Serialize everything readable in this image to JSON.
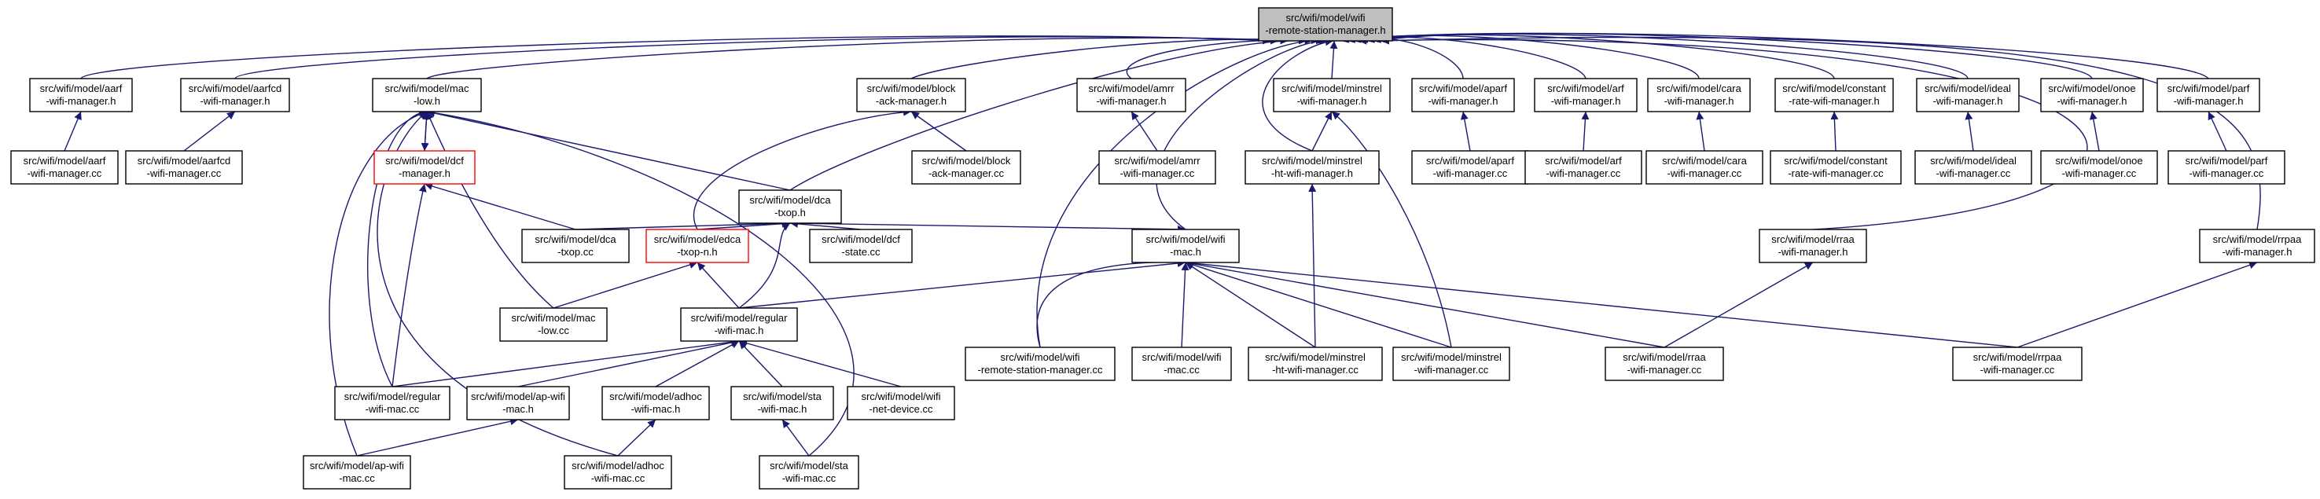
{
  "graph": {
    "edge_color": "#191970",
    "node_border": "#000000",
    "highlight_border": "#ff0000",
    "root_fill": "#bfbfbf",
    "nodes": {
      "root": [
        "src/wifi/model/wifi",
        "-remote-station-manager.h"
      ],
      "aarfh": [
        "src/wifi/model/aarf",
        "-wifi-manager.h"
      ],
      "aarfcdh": [
        "src/wifi/model/aarfcd",
        "-wifi-manager.h"
      ],
      "macloh": [
        "src/wifi/model/mac",
        "-low.h"
      ],
      "blockh": [
        "src/wifi/model/block",
        "-ack-manager.h"
      ],
      "amrrh": [
        "src/wifi/model/amrr",
        "-wifi-manager.h"
      ],
      "minstrelh": [
        "src/wifi/model/minstrel",
        "-wifi-manager.h"
      ],
      "aparfh": [
        "src/wifi/model/aparf",
        "-wifi-manager.h"
      ],
      "arfh": [
        "src/wifi/model/arf",
        "-wifi-manager.h"
      ],
      "carah": [
        "src/wifi/model/cara",
        "-wifi-manager.h"
      ],
      "consth": [
        "src/wifi/model/constant",
        "-rate-wifi-manager.h"
      ],
      "idealh": [
        "src/wifi/model/ideal",
        "-wifi-manager.h"
      ],
      "onoeh": [
        "src/wifi/model/onoe",
        "-wifi-manager.h"
      ],
      "parfh": [
        "src/wifi/model/parf",
        "-wifi-manager.h"
      ],
      "aarfcc": [
        "src/wifi/model/aarf",
        "-wifi-manager.cc"
      ],
      "aarfcdcc": [
        "src/wifi/model/aarfcd",
        "-wifi-manager.cc"
      ],
      "dcfmh": [
        "src/wifi/model/dcf",
        "-manager.h"
      ],
      "dcah": [
        "src/wifi/model/dca",
        "-txop.h"
      ],
      "blockcc": [
        "src/wifi/model/block",
        "-ack-manager.cc"
      ],
      "amrrcc": [
        "src/wifi/model/amrr",
        "-wifi-manager.cc"
      ],
      "minhth": [
        "src/wifi/model/minstrel",
        "-ht-wifi-manager.h"
      ],
      "aparfcc": [
        "src/wifi/model/aparf",
        "-wifi-manager.cc"
      ],
      "arfcc": [
        "src/wifi/model/arf",
        "-wifi-manager.cc"
      ],
      "caracc": [
        "src/wifi/model/cara",
        "-wifi-manager.cc"
      ],
      "constcc": [
        "src/wifi/model/constant",
        "-rate-wifi-manager.cc"
      ],
      "idealcc": [
        "src/wifi/model/ideal",
        "-wifi-manager.cc"
      ],
      "onoecc": [
        "src/wifi/model/onoe",
        "-wifi-manager.cc"
      ],
      "parfcc": [
        "src/wifi/model/parf",
        "-wifi-manager.cc"
      ],
      "dcacc": [
        "src/wifi/model/dca",
        "-txop.cc"
      ],
      "edcah": [
        "src/wifi/model/edca",
        "-txop-n.h"
      ],
      "dcfcc": [
        "src/wifi/model/dcf",
        "-state.cc"
      ],
      "wmach": [
        "src/wifi/model/wifi",
        "-mac.h"
      ],
      "rraah": [
        "src/wifi/model/rraa",
        "-wifi-manager.h"
      ],
      "rrpaah": [
        "src/wifi/model/rrpaa",
        "-wifi-manager.h"
      ],
      "maclocc": [
        "src/wifi/model/mac",
        "-low.cc"
      ],
      "regh": [
        "src/wifi/model/regular",
        "-wifi-mac.h"
      ],
      "rsmcc": [
        "src/wifi/model/wifi",
        "-remote-station-manager.cc"
      ],
      "wmaccc": [
        "src/wifi/model/wifi",
        "-mac.cc"
      ],
      "minhtcc": [
        "src/wifi/model/minstrel",
        "-ht-wifi-manager.cc"
      ],
      "mincc": [
        "src/wifi/model/minstrel",
        "-wifi-manager.cc"
      ],
      "rraacc": [
        "src/wifi/model/rraa",
        "-wifi-manager.cc"
      ],
      "rrpaacc": [
        "src/wifi/model/rrpaa",
        "-wifi-manager.cc"
      ],
      "regcc": [
        "src/wifi/model/regular",
        "-wifi-mac.cc"
      ],
      "aph": [
        "src/wifi/model/ap-wifi",
        "-mac.h"
      ],
      "adhh": [
        "src/wifi/model/adhoc",
        "-wifi-mac.h"
      ],
      "stah": [
        "src/wifi/model/sta",
        "-wifi-mac.h"
      ],
      "netcc": [
        "src/wifi/model/wifi",
        "-net-device.cc"
      ],
      "apcc": [
        "src/wifi/model/ap-wifi",
        "-mac.cc"
      ],
      "adhcc": [
        "src/wifi/model/adhoc",
        "-wifi-mac.cc"
      ],
      "stacc": [
        "src/wifi/model/sta",
        "-wifi-mac.cc"
      ]
    },
    "edges": [
      [
        "aarfh",
        "root"
      ],
      [
        "aarfcdh",
        "root"
      ],
      [
        "macloh",
        "root"
      ],
      [
        "blockh",
        "root"
      ],
      [
        "dcah",
        "root"
      ],
      [
        "amrrh",
        "root"
      ],
      [
        "minstrelh",
        "root"
      ],
      [
        "minhth",
        "root"
      ],
      [
        "aparfh",
        "root"
      ],
      [
        "arfh",
        "root"
      ],
      [
        "carah",
        "root"
      ],
      [
        "consth",
        "root"
      ],
      [
        "idealh",
        "root"
      ],
      [
        "onoeh",
        "root"
      ],
      [
        "parfh",
        "root"
      ],
      [
        "rraah",
        "root"
      ],
      [
        "rrpaah",
        "root"
      ],
      [
        "rsmcc",
        "root"
      ],
      [
        "wmach",
        "root"
      ],
      [
        "aarfcc",
        "aarfh"
      ],
      [
        "aarfcdcc",
        "aarfcdh"
      ],
      [
        "dcfmh",
        "macloh"
      ],
      [
        "macloh",
        "dcfmh"
      ],
      [
        "dcah",
        "macloh"
      ],
      [
        "maclocc",
        "macloh"
      ],
      [
        "regcc",
        "macloh"
      ],
      [
        "apcc",
        "macloh"
      ],
      [
        "adhcc",
        "macloh"
      ],
      [
        "stacc",
        "macloh"
      ],
      [
        "blockcc",
        "blockh"
      ],
      [
        "edcah",
        "blockh"
      ],
      [
        "amrrcc",
        "amrrh"
      ],
      [
        "minhth",
        "minstrelh"
      ],
      [
        "mincc",
        "minstrelh"
      ],
      [
        "aparfcc",
        "aparfh"
      ],
      [
        "arfcc",
        "arfh"
      ],
      [
        "caracc",
        "carah"
      ],
      [
        "constcc",
        "consth"
      ],
      [
        "idealcc",
        "idealh"
      ],
      [
        "onoecc",
        "onoeh"
      ],
      [
        "parfcc",
        "parfh"
      ],
      [
        "dcacc",
        "dcfmh"
      ],
      [
        "regcc",
        "dcfmh"
      ],
      [
        "dcacc",
        "dcah"
      ],
      [
        "edcah",
        "dcah"
      ],
      [
        "dcfcc",
        "dcah"
      ],
      [
        "regh",
        "dcah"
      ],
      [
        "dcah",
        "wmach"
      ],
      [
        "minhtcc",
        "minhth"
      ],
      [
        "maclocc",
        "edcah"
      ],
      [
        "regh",
        "edcah"
      ],
      [
        "regh",
        "wmach"
      ],
      [
        "rsmcc",
        "wmach"
      ],
      [
        "wmaccc",
        "wmach"
      ],
      [
        "minhtcc",
        "wmach"
      ],
      [
        "mincc",
        "wmach"
      ],
      [
        "rraacc",
        "wmach"
      ],
      [
        "rrpaacc",
        "wmach"
      ],
      [
        "rraacc",
        "rraah"
      ],
      [
        "rrpaacc",
        "rrpaah"
      ],
      [
        "regcc",
        "regh"
      ],
      [
        "aph",
        "regh"
      ],
      [
        "adhh",
        "regh"
      ],
      [
        "stah",
        "regh"
      ],
      [
        "netcc",
        "regh"
      ],
      [
        "apcc",
        "aph"
      ],
      [
        "adhcc",
        "adhh"
      ],
      [
        "stacc",
        "stah"
      ]
    ]
  }
}
